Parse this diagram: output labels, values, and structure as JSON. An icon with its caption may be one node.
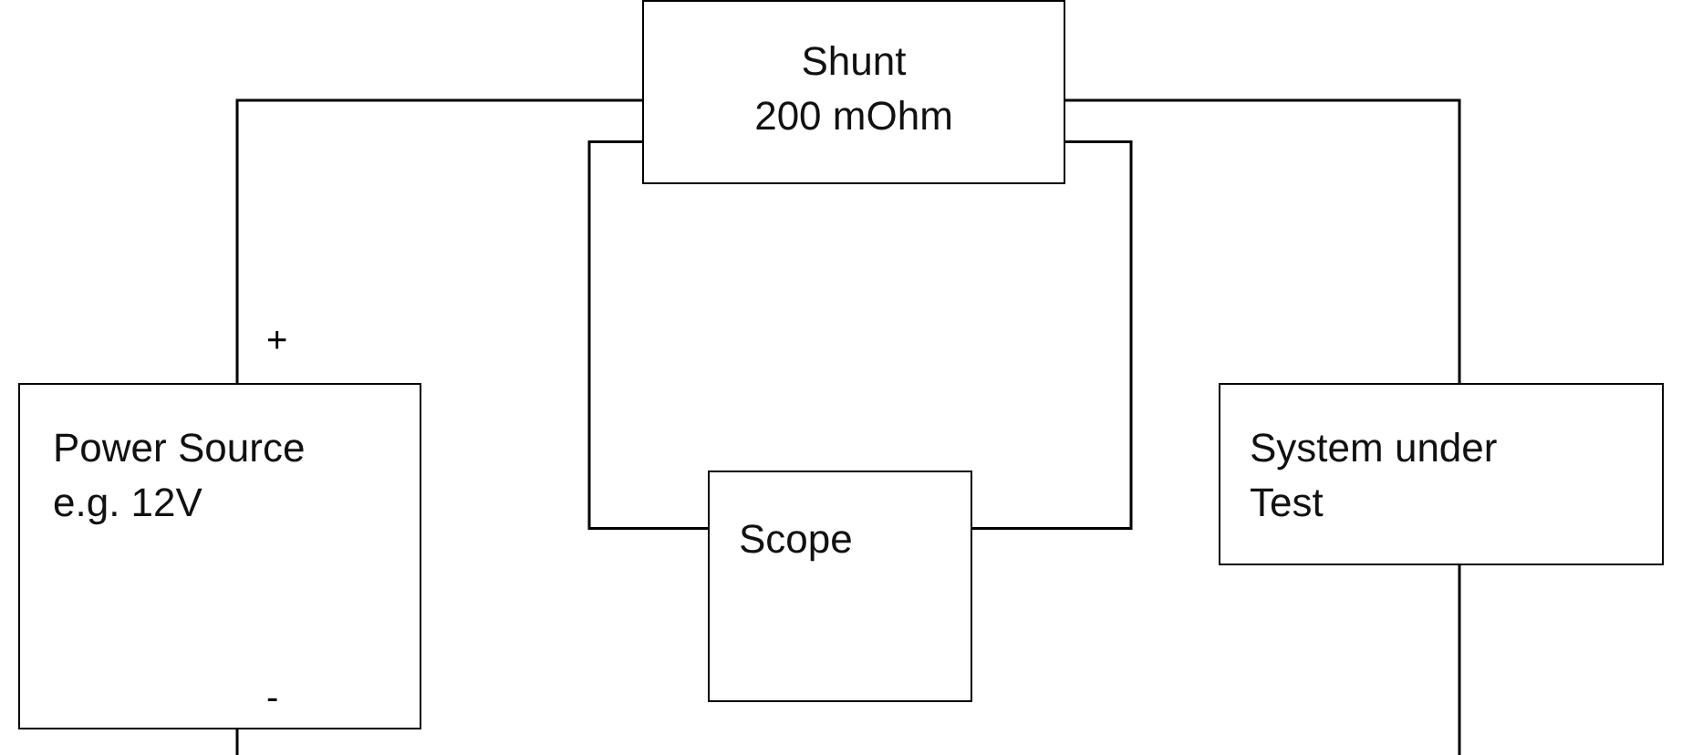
{
  "diagram": {
    "nodes": [
      {
        "text": [
          "Shunt",
          "200 mOhm"
        ]
      },
      {
        "text": [
          "Power Source",
          "e.g. 12V"
        ]
      },
      {
        "text": [
          "Scope"
        ]
      },
      {
        "text": [
          "System under Test"
        ]
      }
    ],
    "edges": [
      {
        "from": 1,
        "to": 0,
        "arrow": "none"
      },
      {
        "from": 0,
        "to": 3,
        "arrow": "none"
      },
      {
        "from": 0,
        "to": 2,
        "arrow": "none"
      },
      {
        "from": 0,
        "to": 2,
        "arrow": "none"
      },
      {
        "from": 1,
        "to": null,
        "arrow": "none"
      },
      {
        "from": 3,
        "to": null,
        "arrow": "none"
      }
    ],
    "labels": [
      "+",
      "-"
    ]
  }
}
